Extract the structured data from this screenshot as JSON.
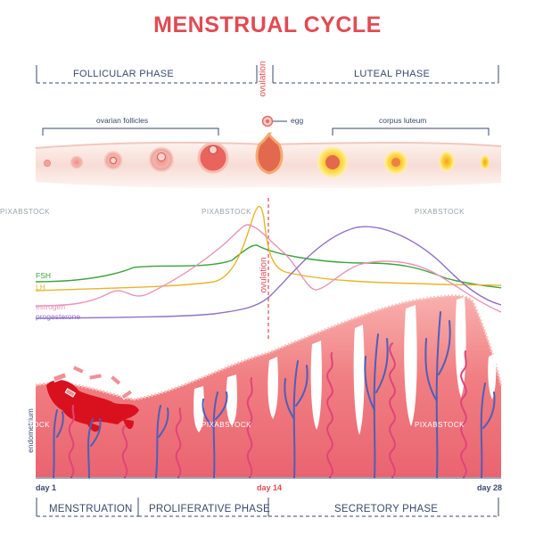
{
  "title": "MENSTRUAL CYCLE",
  "top_phases": {
    "follicular": "FOLLICULAR PHASE",
    "ovulation": "ovulation",
    "luteal": "LUTEAL PHASE"
  },
  "ovary": {
    "follicles_label": "ovarian follicles",
    "egg_label": "egg",
    "corpus_luteum_label": "corpus luteum"
  },
  "hormones": {
    "ovulation_label": "ovulation",
    "legend": [
      {
        "name": "FSH",
        "color": "#3aa23a"
      },
      {
        "name": "LH",
        "color": "#e8b52a"
      },
      {
        "name": "estrogen",
        "color": "#e994b8"
      },
      {
        "name": "progesterone",
        "color": "#8f6fc7"
      }
    ]
  },
  "endometrium_label": "endometrium",
  "days": {
    "start": "day 1",
    "middle": "day 14",
    "end": "day 28"
  },
  "bottom_phases": {
    "menstruation": "MENSTRUATION",
    "proliferative": "PROLIFERATIVE PHASE",
    "secretory": "SECRETORY PHASE"
  },
  "watermarks": [
    "PIXABSTOCK",
    "PIXABSTOCK",
    "PIXABSTOCK",
    "PIXABSTOCK",
    "PIXABSTOCK",
    "PIXABSTOCK"
  ],
  "colors": {
    "title": "#e04b52",
    "frame": "#3a4a6b",
    "tissue": "#f07f82",
    "vessel": "#4d5fb8",
    "gland": "#e0447a"
  }
}
